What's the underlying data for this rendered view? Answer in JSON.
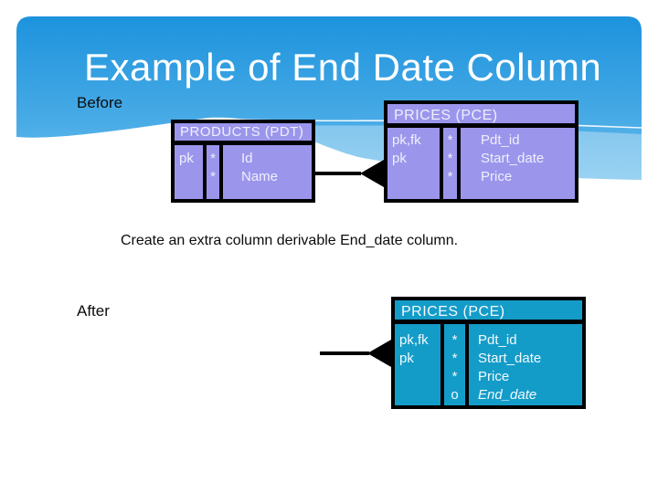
{
  "slide": {
    "title": "Example of End Date Column",
    "before_label": "Before",
    "after_label": "After",
    "caption": "Create an extra column derivable End_date column."
  },
  "colors": {
    "entity_purple": "#9B96EC",
    "entity_teal": "#149CC9",
    "sky_top": "#1D93DD",
    "sky_bottom": "#70C1EE",
    "border_black": "#000000",
    "title_text": "#FFFFFF"
  },
  "tables": {
    "products": {
      "title": "PRODUCTS (PDT)",
      "keys": [
        "pk",
        ""
      ],
      "flags": [
        "*",
        "*"
      ],
      "columns": [
        "Id",
        "Name"
      ]
    },
    "prices_before": {
      "title": "PRICES (PCE)",
      "keys": [
        "pk,fk",
        "pk"
      ],
      "flags": [
        "*",
        "*",
        "*"
      ],
      "columns": [
        "Pdt_id",
        "Start_date",
        "Price"
      ]
    },
    "prices_after": {
      "title": "PRICES (PCE)",
      "keys": [
        "pk,fk",
        "pk"
      ],
      "flags": [
        "*",
        "*",
        "*",
        "o"
      ],
      "columns": [
        "Pdt_id",
        "Start_date",
        "Price",
        "End_date"
      ]
    }
  }
}
